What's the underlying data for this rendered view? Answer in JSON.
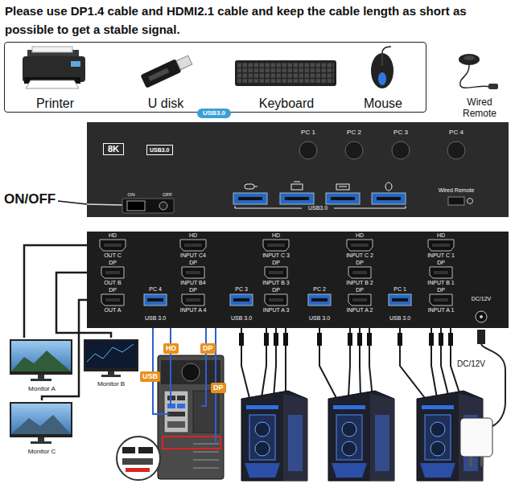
{
  "diagram": {
    "title": "Please use DP1.4 cable and HDMI2.1 cable and keep the cable length as short as possible to get a stable signal.",
    "nodes": [
      {
        "text": [
          "USB3.0"
        ]
      },
      {
        "text": [
          "Printer"
        ],
        "in": 0
      },
      {
        "text": [
          "U disk"
        ],
        "in": 0
      },
      {
        "text": [
          "Keyboard"
        ],
        "in": 0
      },
      {
        "text": [
          "Mouse"
        ],
        "in": 0
      },
      {
        "text": [
          "Wired Remote"
        ]
      },
      {
        "text": [
          "8K",
          "USB3.0",
          "ON",
          "OFF",
          "PC 1",
          "PC 2",
          "PC 3",
          "PC 4",
          "USB3.0",
          "Wired Remote"
        ]
      },
      {
        "text": [
          "HD",
          "OUT C",
          "DP",
          "OUT B",
          "DP",
          "OUT A",
          "HD",
          "INPUT C4",
          "DP",
          "INPUT B4",
          "DP",
          "INPUT A 4",
          "PC 4",
          "USB 3.0",
          "HD",
          "INPUT C 3",
          "DP",
          "INPUT B 3",
          "DP",
          "INPUT A 3",
          "PC 3",
          "USB 3.0",
          "HD",
          "INPUT C 2",
          "DP",
          "INPUT B 2",
          "DP",
          "INPUT A 2",
          "PC 2",
          "USB 3.0",
          "HD",
          "INPUT C 1",
          "DP",
          "INPUT B 1",
          "DP",
          "INPUT A 1",
          "PC 1",
          "USB 3.0",
          "DC/12V"
        ]
      },
      {
        "text": [
          "Monitor A"
        ]
      },
      {
        "text": [
          "Monitor B"
        ]
      },
      {
        "text": [
          "Monitor C"
        ]
      }
    ],
    "edges": [
      {
        "from": 7,
        "to": 8,
        "arrow": "none"
      },
      {
        "from": 7,
        "to": 9,
        "arrow": "none"
      },
      {
        "from": 7,
        "to": 10,
        "arrow": "none"
      }
    ],
    "labels": [
      "ON/OFF",
      "HD",
      "DP",
      "USB",
      "DP",
      "DC/12V"
    ]
  }
}
